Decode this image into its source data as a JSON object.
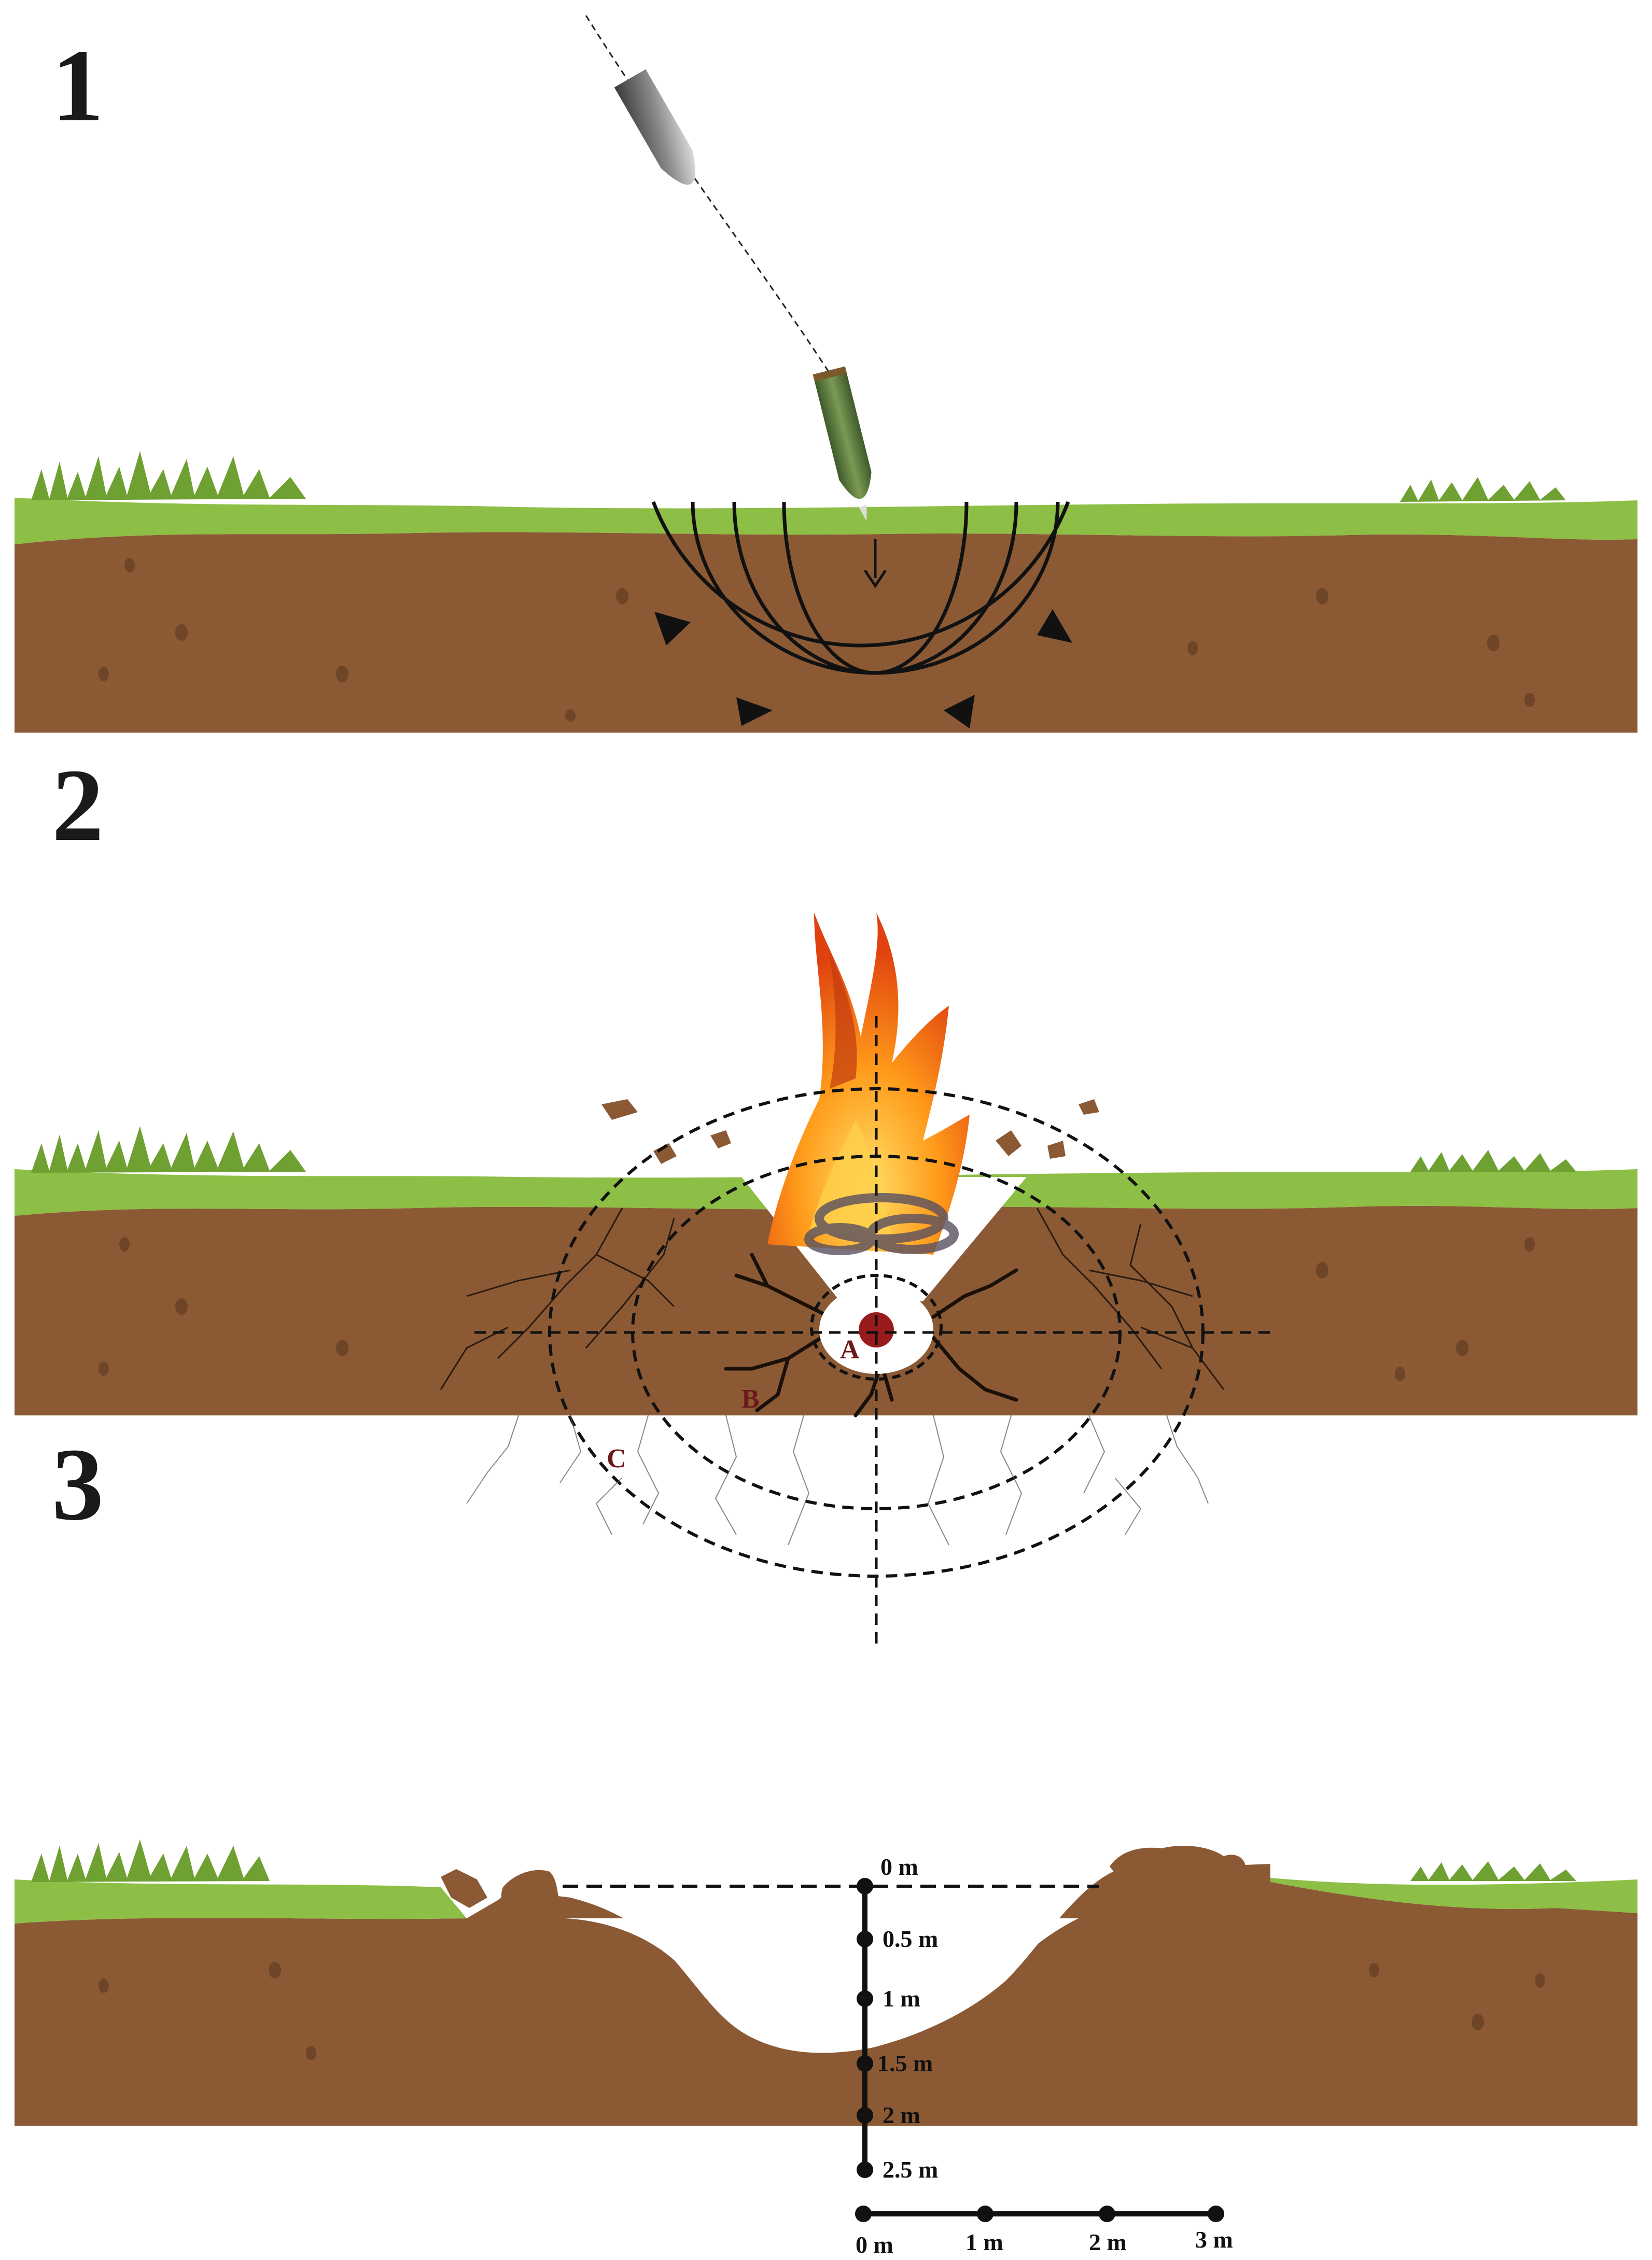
{
  "panels": {
    "p1": {
      "number": "1"
    },
    "p2": {
      "number": "2"
    },
    "p3": {
      "number": "3"
    }
  },
  "zones": {
    "a": "A",
    "b": "B",
    "c": "C"
  },
  "depth_scale": {
    "labels": [
      "0 m",
      "0.5 m",
      "1 m",
      "1.5 m",
      "2 m",
      "2.5 m"
    ]
  },
  "width_scale": {
    "labels": [
      "0 m",
      "1 m",
      "2 m",
      "3 m"
    ]
  },
  "colors": {
    "soil": "#8B5A35",
    "grass": "#8DBE45",
    "grass_dark": "#6FA032",
    "pebble": "#6E4526",
    "zone_text": "#6B1A1A",
    "core": "#9A1B1B"
  }
}
